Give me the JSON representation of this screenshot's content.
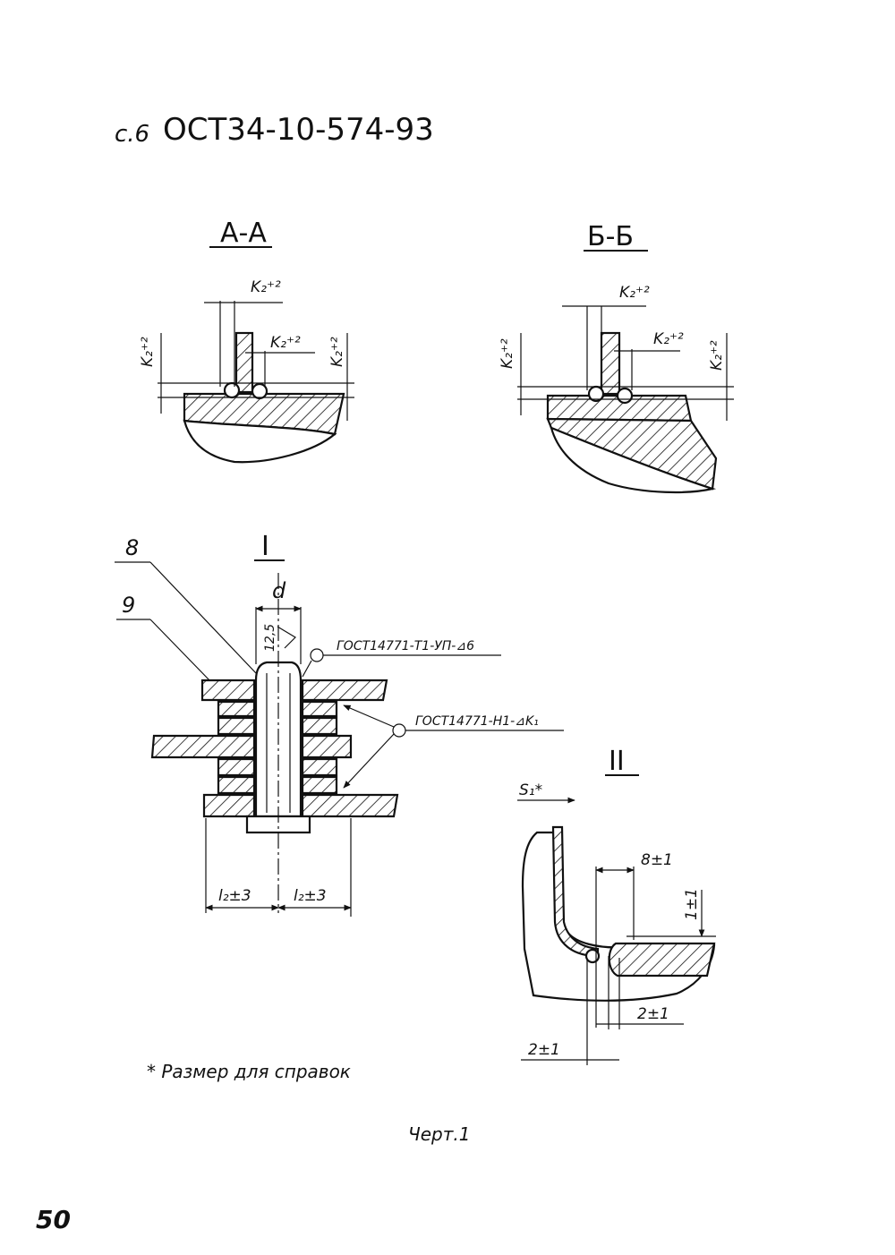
{
  "header": {
    "sheet_ref": "с.6",
    "standard": "ОСТ34-10-574-93"
  },
  "sections": {
    "aa": {
      "title": "А-А",
      "dim_label": "K₂⁺²"
    },
    "bb": {
      "title": "Б-Б",
      "dim_label": "K₂⁺²"
    }
  },
  "detail_1": {
    "title": "I",
    "part_8": "8",
    "part_9": "9",
    "diameter": "d",
    "roughness": "12,5",
    "weld_top": "ГОСТ14771-Т1-УП-⊿6",
    "weld_side": "ГОСТ14771-Н1-⊿K₁",
    "dim_left": "l₂±3",
    "dim_right": "l₂±3"
  },
  "detail_2": {
    "title": "II",
    "thickness": "S₁*",
    "dim_8": "8±1",
    "dim_vert": "1±1",
    "dim_gap_a": "2±1",
    "dim_gap_b": "2±1"
  },
  "footnote": "* Размер для справок",
  "drawing_label": "Черт.1",
  "page_number": "50"
}
